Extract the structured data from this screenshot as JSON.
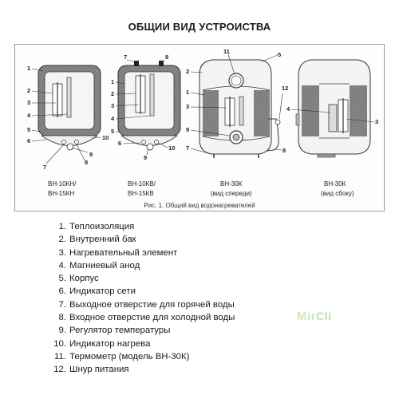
{
  "title": "ОБЩИИ ВИД УСТРОИСТВА",
  "figure": {
    "caption": "Рис. 1. Общий вид водонагревателей",
    "models": [
      {
        "line1": "ВН-10КН/",
        "line2": "ВН-15КН"
      },
      {
        "line1": "ВН-10КВ/",
        "line2": "ВН-15КВ"
      },
      {
        "line1": "ВН-30К",
        "line2": "(вид спереди)"
      },
      {
        "line1": "ВН-30К",
        "line2": "(вид сбоку)"
      }
    ],
    "callouts": [
      "1",
      "2",
      "3",
      "4",
      "5",
      "6",
      "7",
      "8",
      "9",
      "10",
      "11",
      "12"
    ]
  },
  "parts": [
    {
      "num": "1.",
      "text": "Теплоизоляция"
    },
    {
      "num": "2.",
      "text": "Внутренний бак"
    },
    {
      "num": "3.",
      "text": "Нагревательный элемент"
    },
    {
      "num": "4.",
      "text": "Магниевый анод"
    },
    {
      "num": "5.",
      "text": "Корпус"
    },
    {
      "num": "6.",
      "text": "Индикатор сети"
    },
    {
      "num": "7.",
      "text": "Выходное отверстие для горячей воды"
    },
    {
      "num": "8.",
      "text": "Входное отверстие для холодной воды"
    },
    {
      "num": "9.",
      "text": "Регулятор температуры"
    },
    {
      "num": "10.",
      "text": "Индикатор нагрева"
    },
    {
      "num": "11.",
      "text": "Термометр (модель ВН-30К)"
    },
    {
      "num": "12.",
      "text": "Шнур питания"
    }
  ],
  "watermark": {
    "text": "Mir",
    "accent": "Cli"
  }
}
